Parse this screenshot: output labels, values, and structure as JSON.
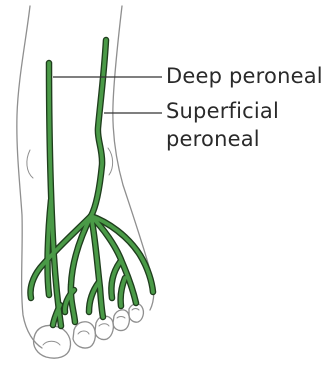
{
  "labels": {
    "deep_peroneal": "Deep peroneal",
    "superficial_peroneal_line1": "Superficial",
    "superficial_peroneal_line2": "peroneal"
  },
  "colors": {
    "nerve_fill": "#4a9a47",
    "nerve_outline": "#1f3e1d",
    "foot_outline": "#8f8f8f",
    "leader_line": "#333333"
  }
}
